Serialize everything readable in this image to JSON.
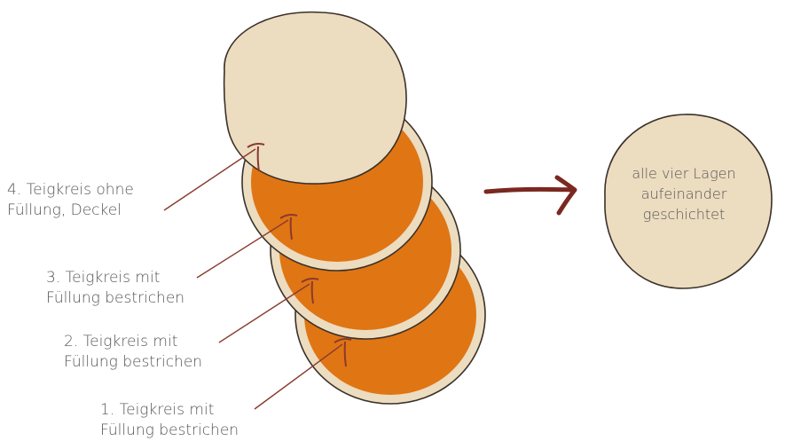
{
  "colors": {
    "dough": "#ecdcc0",
    "filling": "#e07514",
    "outline": "#3a3128",
    "arrow": "#7a2820",
    "text": "#555555"
  },
  "layers": [
    {
      "number": 1,
      "line1": "1. Teigkreis mit",
      "line2": "Füllung bestrichen",
      "has_filling": true
    },
    {
      "number": 2,
      "line1": "2. Teigkreis mit",
      "line2": "Füllung bestrichen",
      "has_filling": true
    },
    {
      "number": 3,
      "line1": "3. Teigkreis mit",
      "line2": "Füllung bestrichen",
      "has_filling": true
    },
    {
      "number": 4,
      "line1": "4. Teigkreis ohne",
      "line2": "Füllung, Deckel",
      "has_filling": false
    }
  ],
  "result": {
    "line1": "alle vier Lagen",
    "line2": "aufeinander",
    "line3": "geschichtet"
  }
}
